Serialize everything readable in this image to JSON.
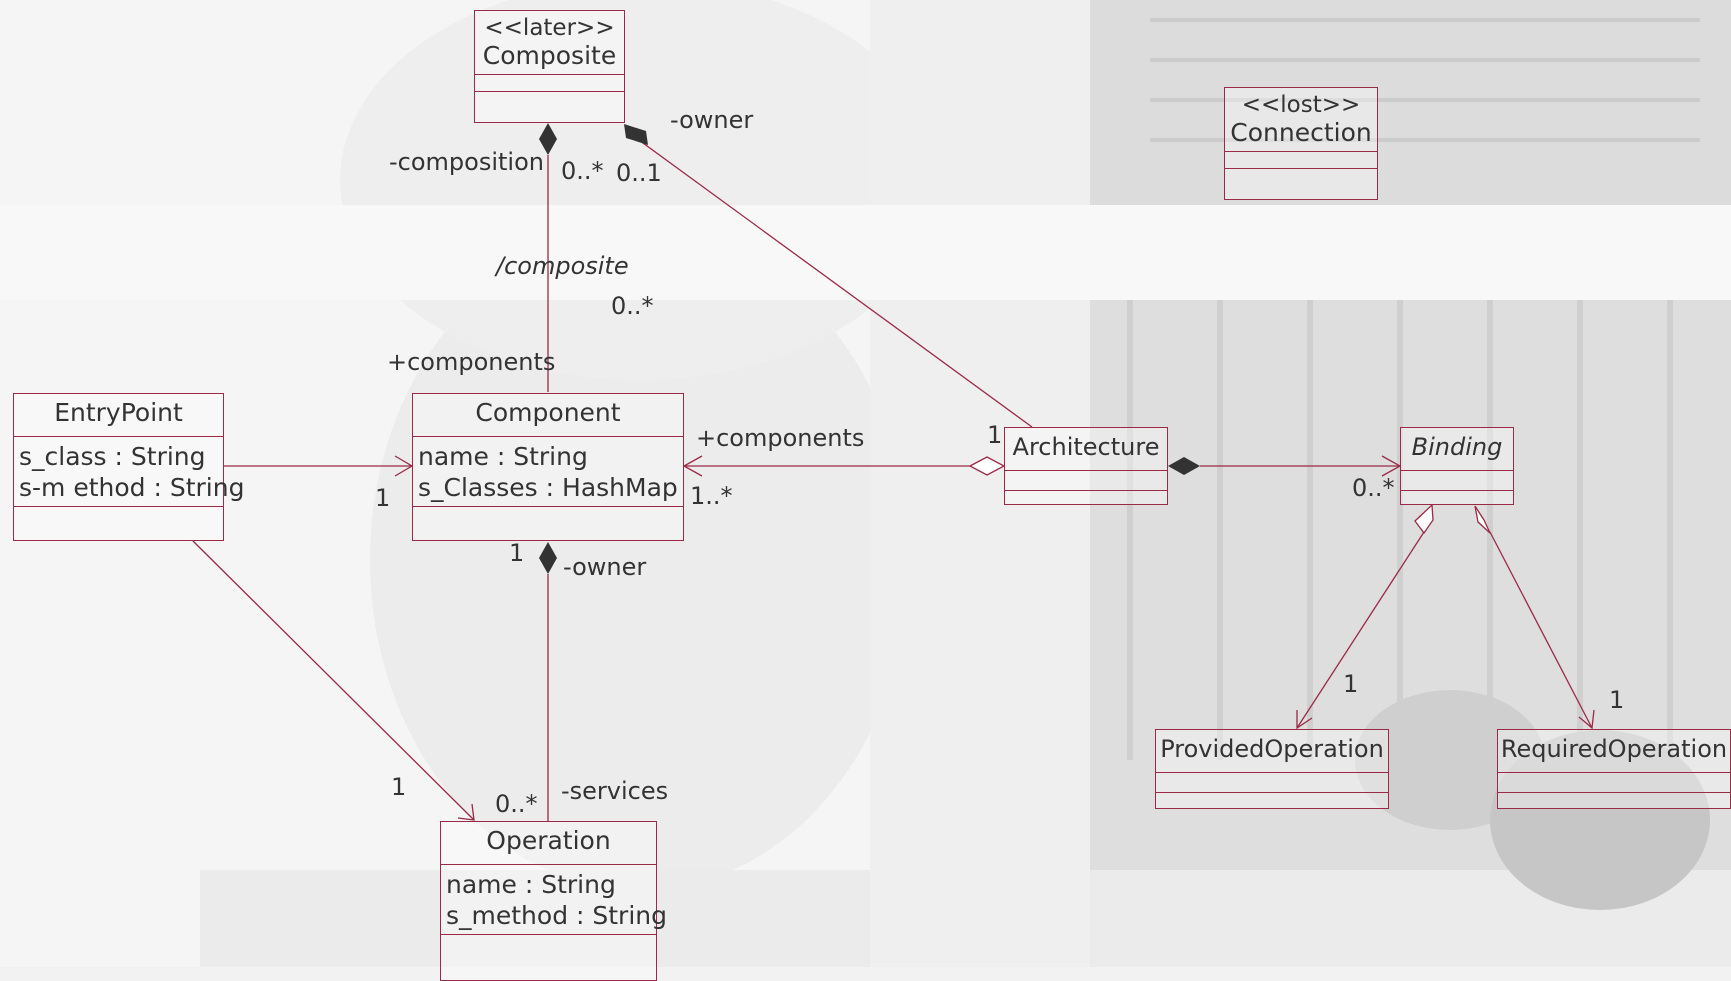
{
  "diagram": {
    "classes": {
      "composite": {
        "stereotype": "<<later>>",
        "name": "Composite"
      },
      "connection": {
        "stereotype": "<<lost>>",
        "name": "Connection"
      },
      "entrypoint": {
        "name": "EntryPoint",
        "attrs": [
          "s_class : String",
          "s-m ethod : String"
        ]
      },
      "component": {
        "name": "Component",
        "attrs": [
          "name : String",
          "s_Classes : HashMap"
        ]
      },
      "architecture": {
        "name": "Architecture"
      },
      "binding": {
        "name": "Binding",
        "abstract": true
      },
      "operation": {
        "name": "Operation",
        "attrs": [
          "name : String",
          "s_method : String"
        ]
      },
      "provided": {
        "name": "ProvidedOperation"
      },
      "required": {
        "name": "RequiredOperation"
      }
    },
    "labels": {
      "owner_top": "-owner",
      "composition": "-composition",
      "mult_comp_0n": "0..*",
      "mult_owner_01": "0..1",
      "derived_composite": "/composite",
      "mult_arch_0n": "0..*",
      "components_left": "+components",
      "components_right": "+components",
      "mult_arch_1": "1",
      "mult_comp_1n": "1..*",
      "mult_entry_1": "1",
      "mult_owner_1": "1",
      "owner_bottom": "-owner",
      "mult_binding_0n": "0..*",
      "mult_provided_1": "1",
      "mult_required_1": "1",
      "mult_entry_op_1": "1",
      "mult_services_0n": "0..*",
      "services": "-services"
    },
    "colors": {
      "line": "#9a2a45",
      "diamond": "#333333"
    }
  }
}
